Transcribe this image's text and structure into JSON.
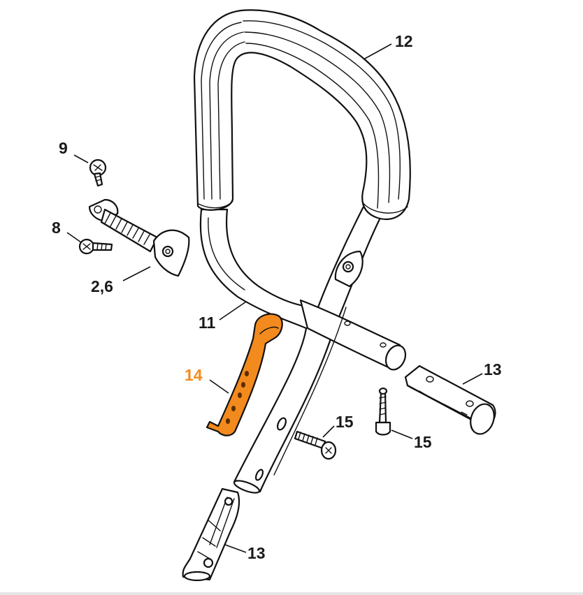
{
  "callouts": {
    "c9": "9",
    "c8": "8",
    "c26": "2,6",
    "c11": "11",
    "c12": "12",
    "c14": "14",
    "c13a": "13",
    "c15a": "15",
    "c15b": "15",
    "c13b": "13"
  },
  "colors": {
    "highlight": "#f28a1e",
    "ink": "#111111",
    "grip_shade": "#d9d9d9"
  }
}
